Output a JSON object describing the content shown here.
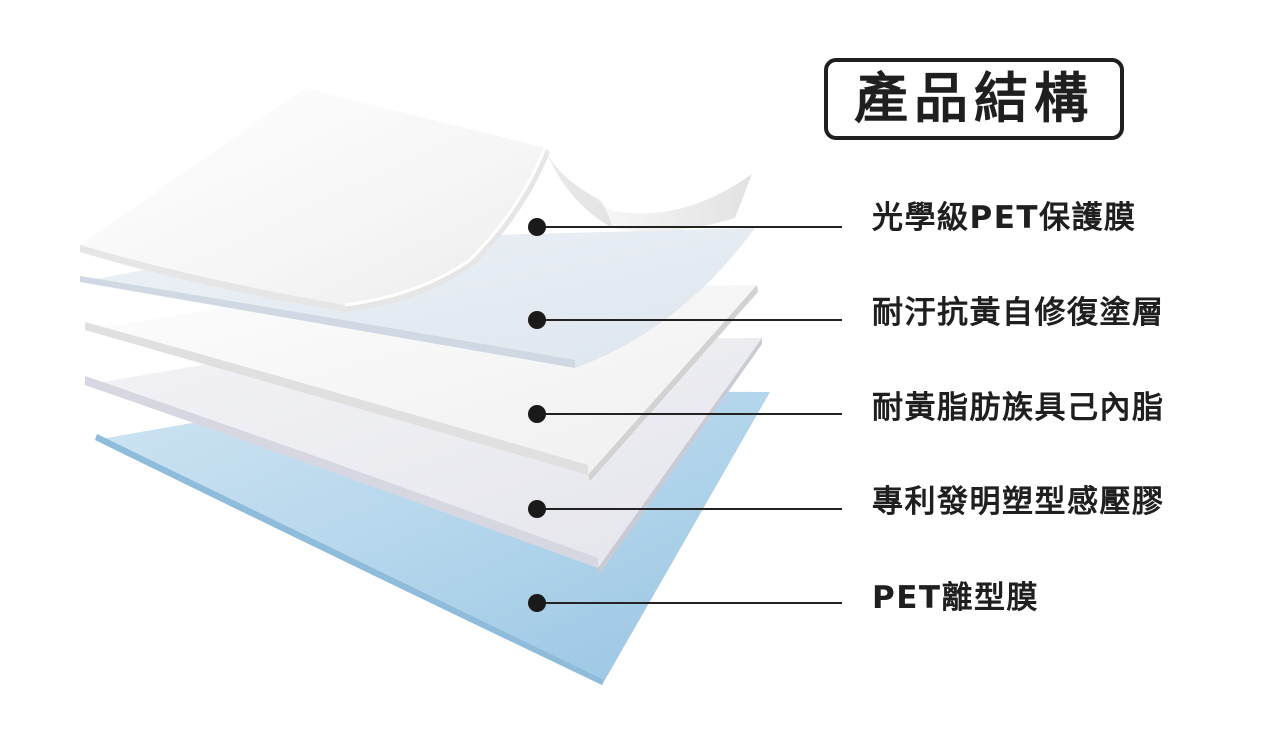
{
  "title": "產品結構",
  "layers": [
    {
      "label": "光學級PET保護膜"
    },
    {
      "label": "耐汙抗黃自修復塗層"
    },
    {
      "label": "耐黃脂肪族具己內脂"
    },
    {
      "label": "專利發明塑型感壓膠"
    },
    {
      "label": "PET離型膜"
    }
  ],
  "colors": {
    "text": "#1f1f1f",
    "release_film": "#a9d0e8",
    "sheet_white": "#fafafa",
    "leader_line": "#222222"
  }
}
